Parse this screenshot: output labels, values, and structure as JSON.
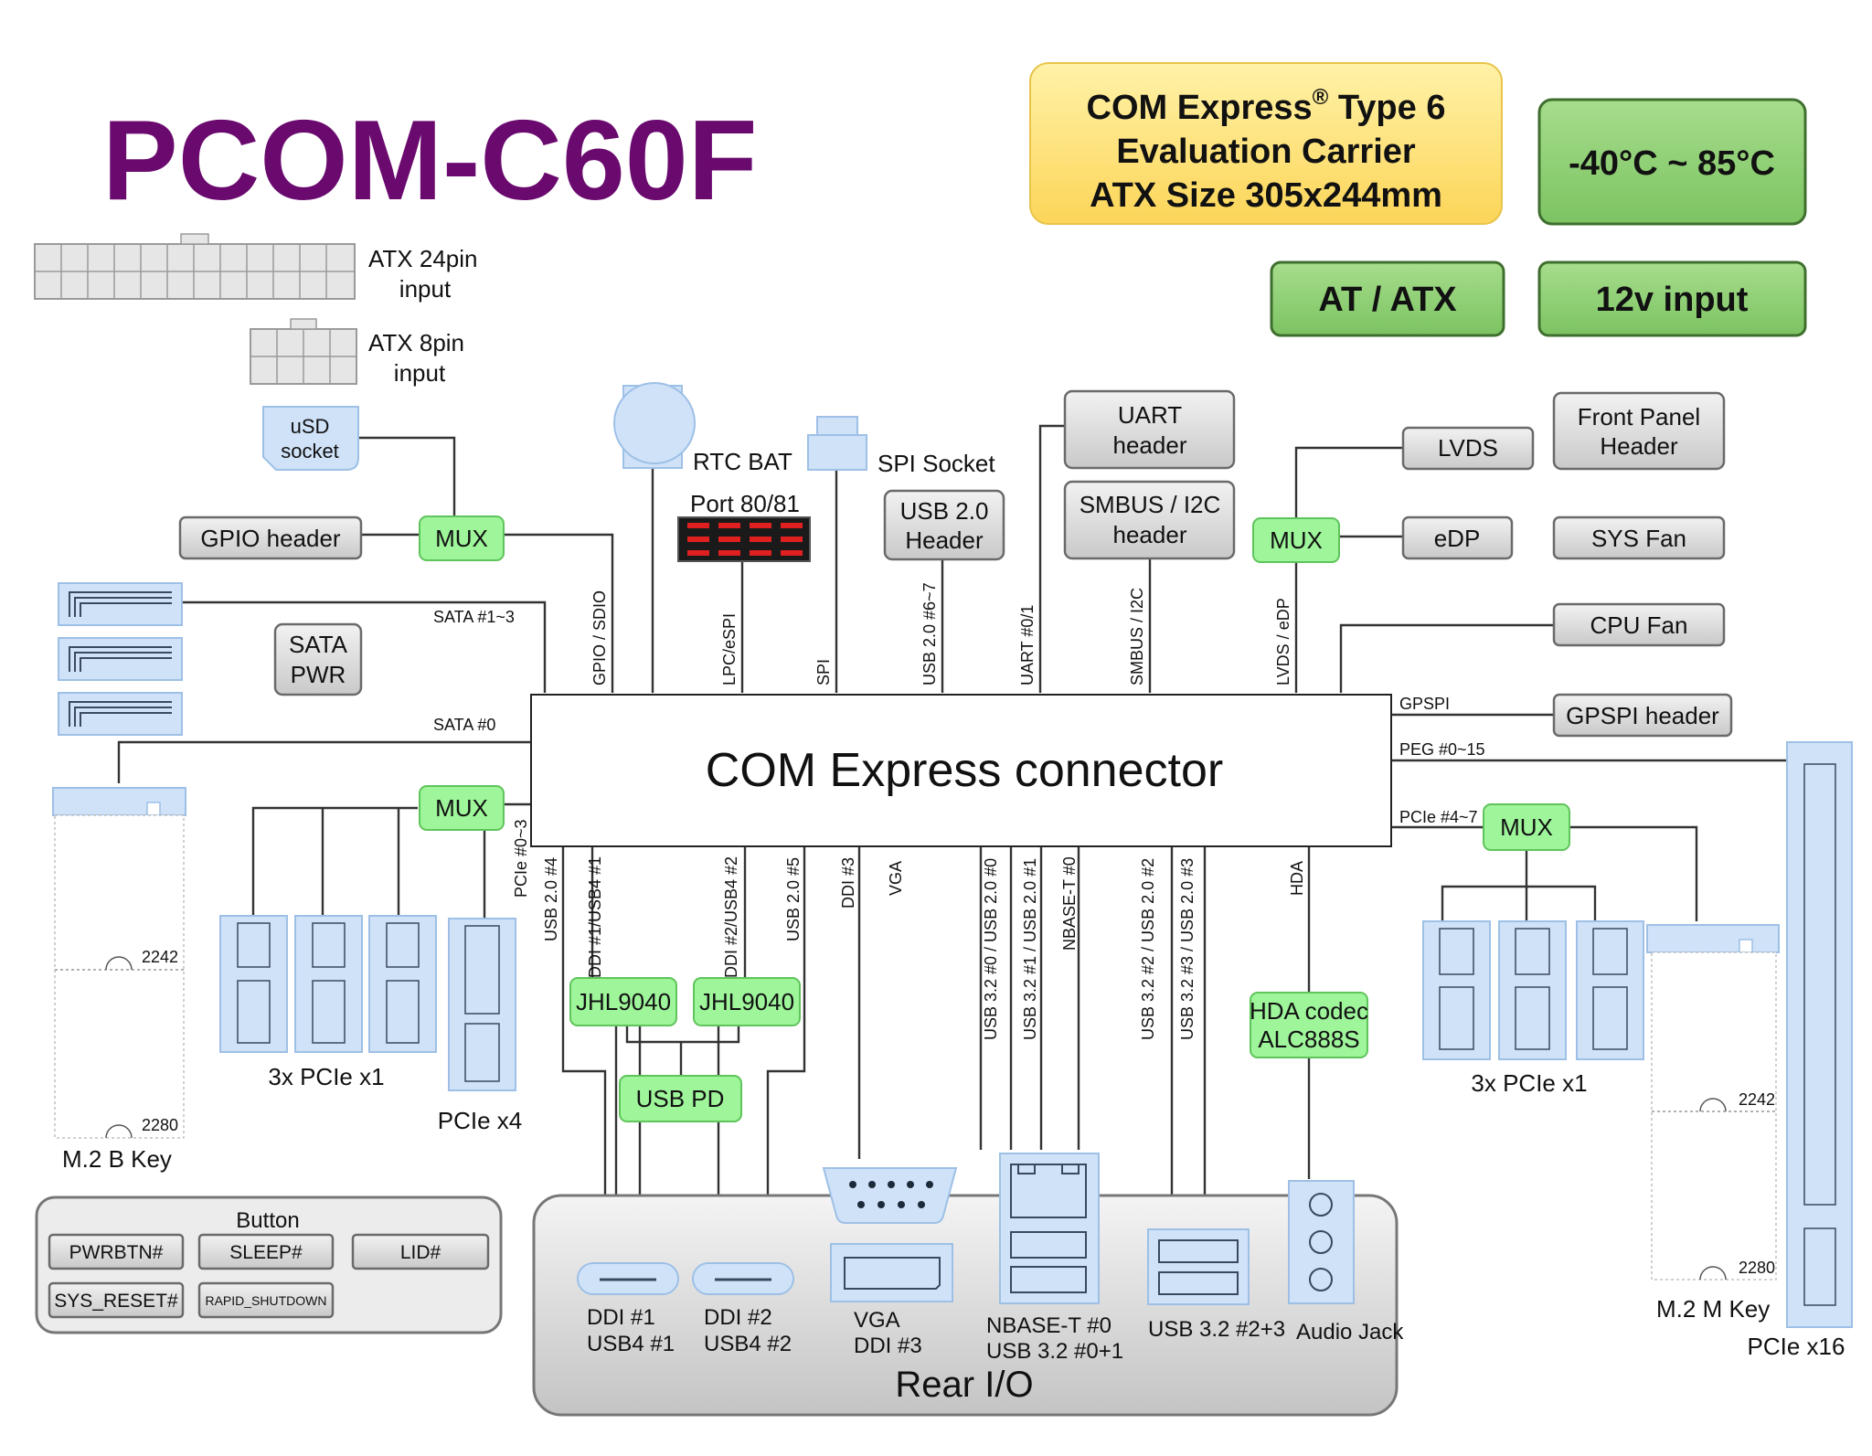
{
  "title": "PCOM-C60F",
  "spec_box": [
    "COM Express",
    "®",
    " Type 6",
    "Evaluation Carrier",
    "ATX Size 305x244mm"
  ],
  "temp_badge": "-40°C ~ 85°C",
  "power_mode_badge": "AT / ATX",
  "power_input_badge": "12v input",
  "connector_label": "COM Express connector",
  "power_connectors": {
    "atx24": [
      "ATX 24pin",
      "input"
    ],
    "atx8": [
      "ATX 8pin",
      "input"
    ]
  },
  "top_components": {
    "usd": [
      "uSD",
      "socket"
    ],
    "gpio_header": "GPIO header",
    "rtc_bat": "RTC BAT",
    "port80": "Port 80/81",
    "spi_socket": "SPI Socket",
    "usb20_header": [
      "USB 2.0",
      "Header"
    ],
    "uart_header": [
      "UART",
      "header"
    ],
    "smbus_header": [
      "SMBUS / I2C",
      "header"
    ],
    "lvds": "LVDS",
    "edp": "eDP",
    "front_panel": [
      "Front Panel",
      "Header"
    ],
    "sys_fan": "SYS Fan",
    "cpu_fan": "CPU Fan",
    "gpspi_header": "GPSPI header",
    "sata_pwr": [
      "SATA",
      "PWR"
    ],
    "mux": "MUX"
  },
  "signals_top": [
    "GPIO / SDIO",
    "LPC/eSPI",
    "SPI",
    "USB 2.0 #6~7",
    "UART #0/1",
    "SMBUS / I2C",
    "LVDS / eDP"
  ],
  "signals_side": {
    "sata13": "SATA #1~3",
    "sata0": "SATA #0",
    "gpspi": "GPSPI",
    "peg": "PEG #0~15",
    "pcie47": "PCIe #4~7",
    "pcie03": "PCIe #0~3"
  },
  "signals_bottom": [
    "USB 2.0 #4",
    "DDI #1/USB4 #1",
    "DDI #2/USB4 #2",
    "USB 2.0 #5",
    "DDI #3",
    "VGA",
    "USB 3.2 #0 / USB 2.0 #0",
    "USB 3.2 #1 / USB 2.0 #1",
    "NBASE-T #0",
    "USB 3.2 #2 / USB 2.0 #2",
    "USB 3.2 #3 / USB 2.0 #3",
    "HDA"
  ],
  "chips": {
    "jhl1": "JHL9040",
    "jhl2": "JHL9040",
    "usbpd": "USB PD",
    "hda": [
      "HDA codec",
      "ALC888S"
    ]
  },
  "expansion": {
    "left_pcie_x1": "3x PCIe x1",
    "pcie_x4": "PCIe x4",
    "m2_b": "M.2 B Key",
    "right_pcie_x1": "3x PCIe x1",
    "m2_m": "M.2 M Key",
    "pcie_x16": "PCIe x16",
    "m2_sizes": [
      "2242",
      "2280"
    ]
  },
  "buttons": {
    "title": "Button",
    "items": [
      "PWRBTN#",
      "SLEEP#",
      "LID#",
      "SYS_RESET#",
      "RAPID_SHUTDOWN"
    ]
  },
  "rear_io": {
    "title": "Rear I/O",
    "ddi1": [
      "DDI #1",
      "USB4 #1"
    ],
    "ddi2": [
      "DDI #2",
      "USB4 #2"
    ],
    "vga": [
      "VGA",
      "DDI #3"
    ],
    "nbaset": [
      "NBASE-T #0",
      "USB 3.2 #0+1"
    ],
    "usb32": "USB 3.2 #2+3",
    "audio": "Audio Jack"
  },
  "colors": {
    "title": "#6a0a6e",
    "spec_fill": "#fde27a",
    "badge_green": "#8fd07a",
    "chip_green": "#9ef59a",
    "connector_blue": "#cfe2f8"
  }
}
